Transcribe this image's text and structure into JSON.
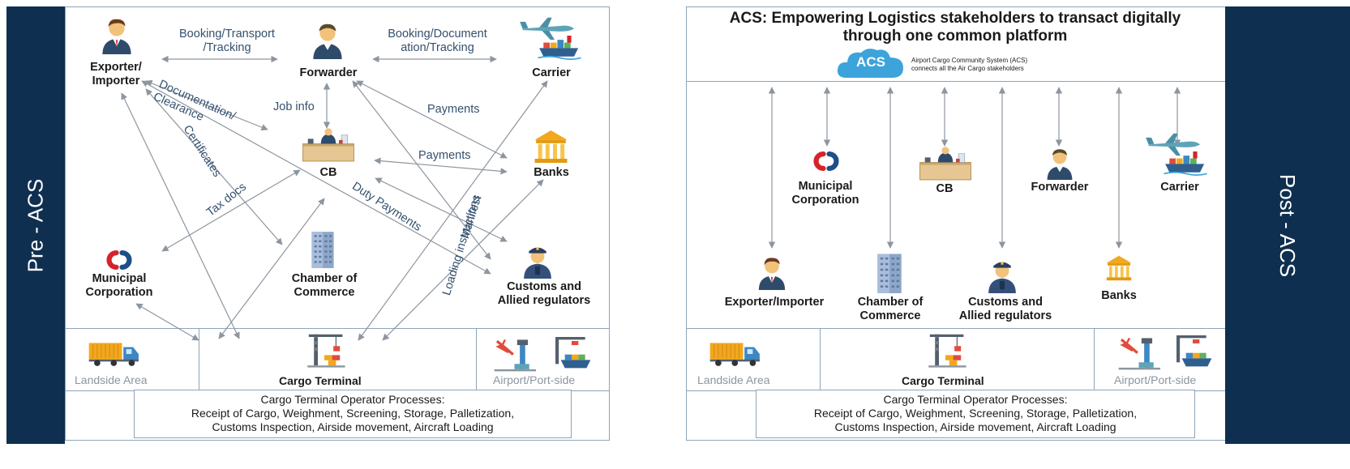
{
  "pre": {
    "sidebar": "Pre - ACS",
    "nodes": {
      "exporter": "Exporter/\nImporter",
      "forwarder": "Forwarder",
      "carrier": "Carrier",
      "cb": "CB",
      "banks": "Banks",
      "municipal": "Municipal\nCorporation",
      "chamber": "Chamber of\nCommerce",
      "customs": "Customs and\nAllied regulators"
    },
    "edges": {
      "booking_transport": "Booking/Transport\n/Tracking",
      "booking_documentation": "Booking/Document\nation/Tracking",
      "documentation_clearance": "Documentation/\nClearance",
      "job_info": "Job info",
      "payments_1": "Payments",
      "payments_2": "Payments",
      "certificates": "Certificates",
      "tax_docs": "Tax docs",
      "duty_payments": "Duty Payments",
      "loading_instructions": "Loading instructions",
      "manifest": "Manifest"
    },
    "zones": {
      "landside": "Landside Area",
      "cargo_terminal": "Cargo Terminal",
      "airport": "Airport/Port-side"
    },
    "process": "Cargo Terminal Operator Processes:\nReceipt of Cargo, Weighment, Screening, Storage, Palletization,\nCustoms Inspection, Airside movement, Aircraft Loading"
  },
  "post": {
    "sidebar": "Post - ACS",
    "title": "ACS: Empowering Logistics stakeholders to transact digitally\nthrough one common platform",
    "cloud_label": "ACS",
    "cloud_caption": "Airport Cargo Community System (ACS)\nconnects all the Air Cargo stakeholders",
    "nodes": {
      "municipal": "Municipal\nCorporation",
      "cb": "CB",
      "forwarder": "Forwarder",
      "carrier": "Carrier",
      "exporter": "Exporter/Importer",
      "chamber": "Chamber of\nCommerce",
      "customs": "Customs and\nAllied regulators",
      "banks": "Banks"
    },
    "zones": {
      "landside": "Landside Area",
      "cargo_terminal": "Cargo Terminal",
      "airport": "Airport/Port-side"
    },
    "process": "Cargo Terminal Operator Processes:\nReceipt of Cargo, Weighment, Screening, Storage, Palletization,\nCustoms Inspection, Airside movement, Aircraft Loading"
  },
  "colors": {
    "navy": "#0f2f50",
    "arrow": "#9aa4ad",
    "label": "#34506e",
    "cloud": "#3da3db",
    "brand_red": "#d6232a"
  }
}
